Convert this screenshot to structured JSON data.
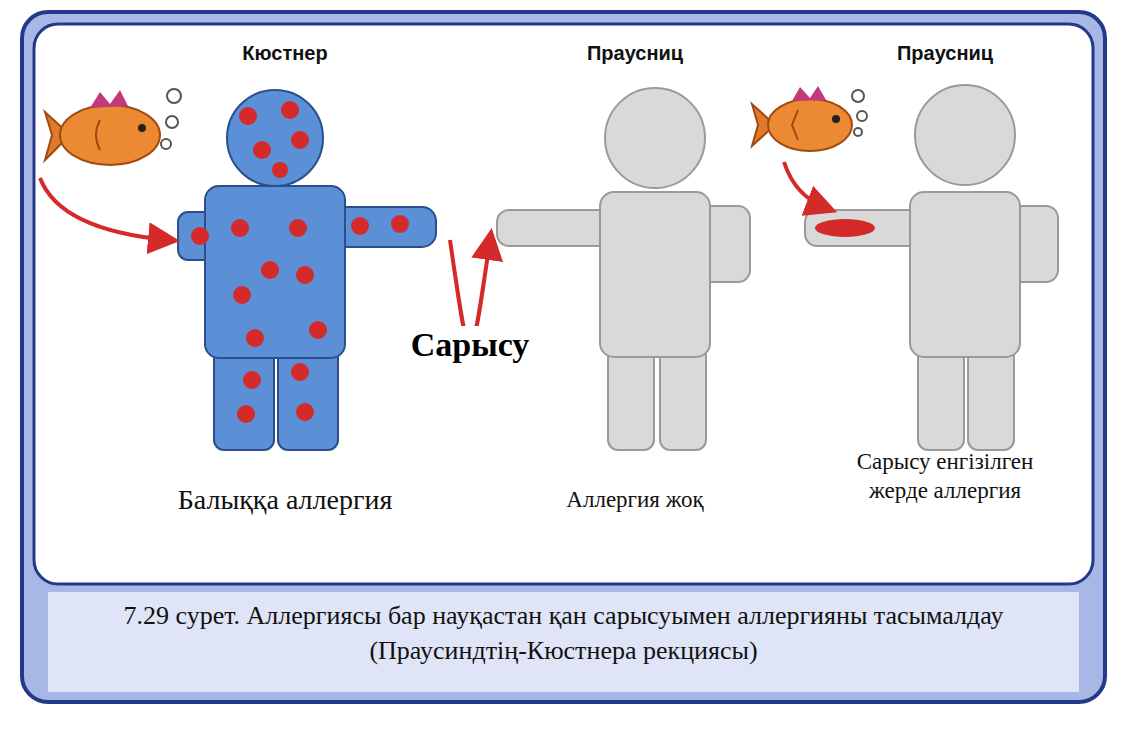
{
  "diagram": {
    "caption": "7.29 сурет. Аллергиясы бар науқастан қан сарысуымен аллергияны тасымалдау (Праусиндтің-Кюстнера рекциясы)",
    "nodes": [
      {
        "text": [
          "Кюстнер",
          "Балыққа аллергия"
        ]
      },
      {
        "text": [
          "Праусниц",
          "Аллергия жоқ"
        ]
      },
      {
        "text": [
          "Праусниц",
          "Сарысу енгізілген жерде аллергия"
        ]
      }
    ],
    "edges": [
      {
        "from": 0,
        "to": 1,
        "label": "Сарысу",
        "arrow": "to"
      }
    ]
  }
}
